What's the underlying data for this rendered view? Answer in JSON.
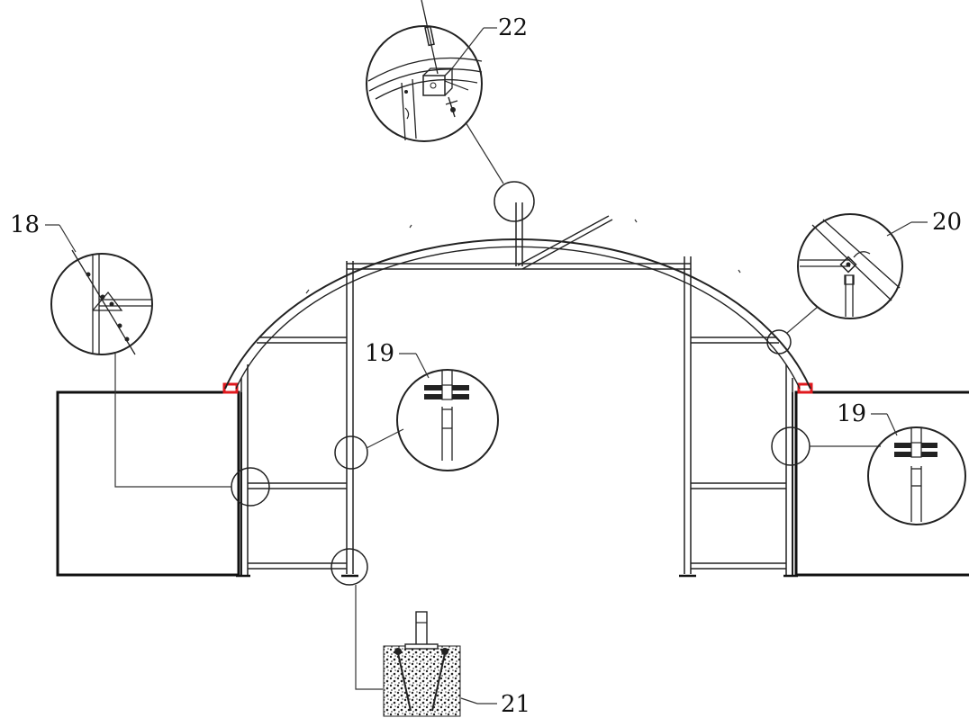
{
  "labels": {
    "l18": "18",
    "l19_left": "19",
    "l19_right": "19",
    "l20": "20",
    "l21": "21",
    "l22": "22"
  },
  "colors": {
    "line": "#222222",
    "accent_red": "#e0191e",
    "background": "#ffffff"
  }
}
